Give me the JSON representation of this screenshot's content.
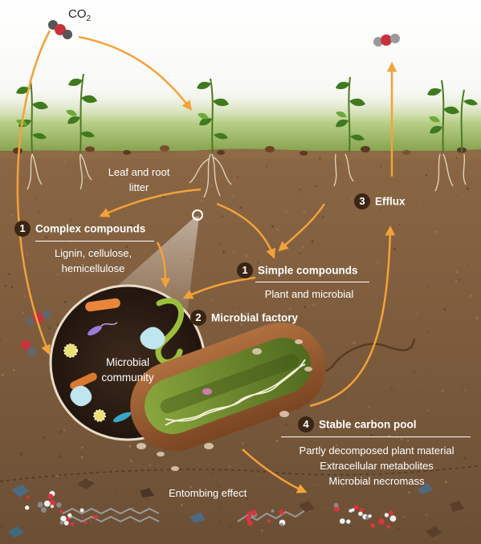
{
  "co2": {
    "base": "CO",
    "sub": "2"
  },
  "labels": {
    "litter": [
      "Leaf and root",
      "litter"
    ],
    "complex": {
      "num": "1",
      "title": "Complex compounds",
      "lines": [
        "Lignin, cellulose,",
        "hemicellulose"
      ]
    },
    "simple": {
      "num": "1",
      "title": "Simple compounds",
      "lines": [
        "Plant and microbial"
      ]
    },
    "factory": {
      "num": "2",
      "title": "Microbial factory"
    },
    "efflux": {
      "num": "3",
      "title": "Efflux"
    },
    "community": [
      "Microbial",
      "community"
    ],
    "stable": {
      "num": "4",
      "title": "Stable carbon pool",
      "lines": [
        "Partly decomposed plant material",
        "Extracellular metabolites",
        "Microbial necromass"
      ]
    },
    "entombing": "Entombing effect"
  },
  "colors": {
    "arrow": "#f3a23a",
    "soil": "#7d5c3e",
    "deep_soil": "#6e5237",
    "grass": "#6e9d3a",
    "circle": "#2b1c14"
  },
  "icons": [
    "co2-molecule-icon",
    "plant-icon",
    "bacterium-icon",
    "dna-helix-icon",
    "molecule-chain-icon"
  ]
}
